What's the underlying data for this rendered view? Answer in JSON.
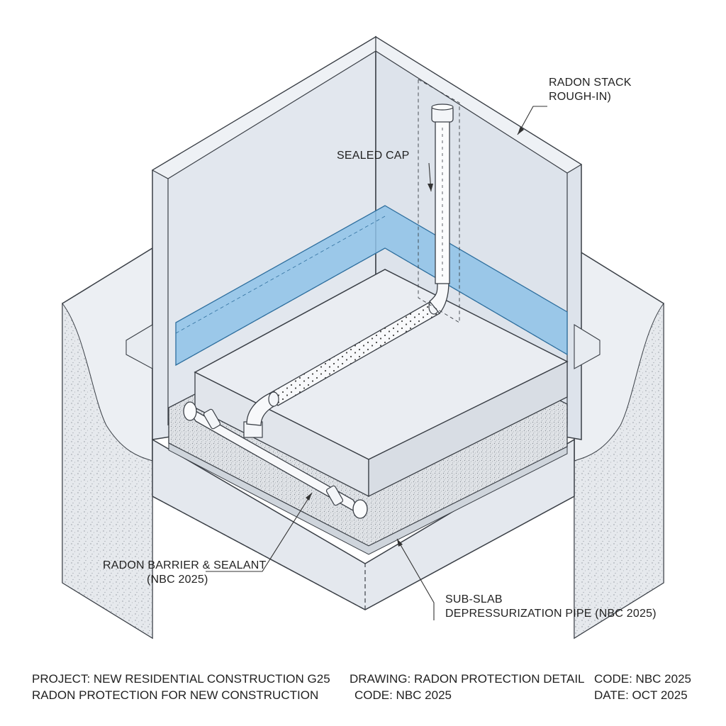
{
  "labels": {
    "radon_stack": [
      "RADON STACK",
      "ROUGH-IN)"
    ],
    "sealed_cap": "SEALED CAP",
    "radon_barrier": [
      "RADON BARRIER & SEALANT",
      "(NBC 2025)"
    ],
    "sub_slab": [
      "SUB-SLAB",
      "DEPRESSURIZATION PIPE (NBC 2025)"
    ]
  },
  "title_block": {
    "project_line1": "PROJECT:  NEW RESIDENTIAL CONSTRUCTION G25",
    "project_line2": "RADON PROTECTION FOR NEW CONSTRUCTION",
    "drawing_line1": "DRAWING:  RADON PROTECTION DETAIL",
    "drawing_line2": "CODE:  NBC 2025",
    "code_line": "CODE:  NBC 2025",
    "date_line": "DATE:  OCT 2025"
  },
  "colors": {
    "wall": "#e4e9f0",
    "barrier": "#8ec2e8",
    "slab": "#eaedf2",
    "gravel": "#e3e6ea",
    "ink": "#3a3f46"
  }
}
